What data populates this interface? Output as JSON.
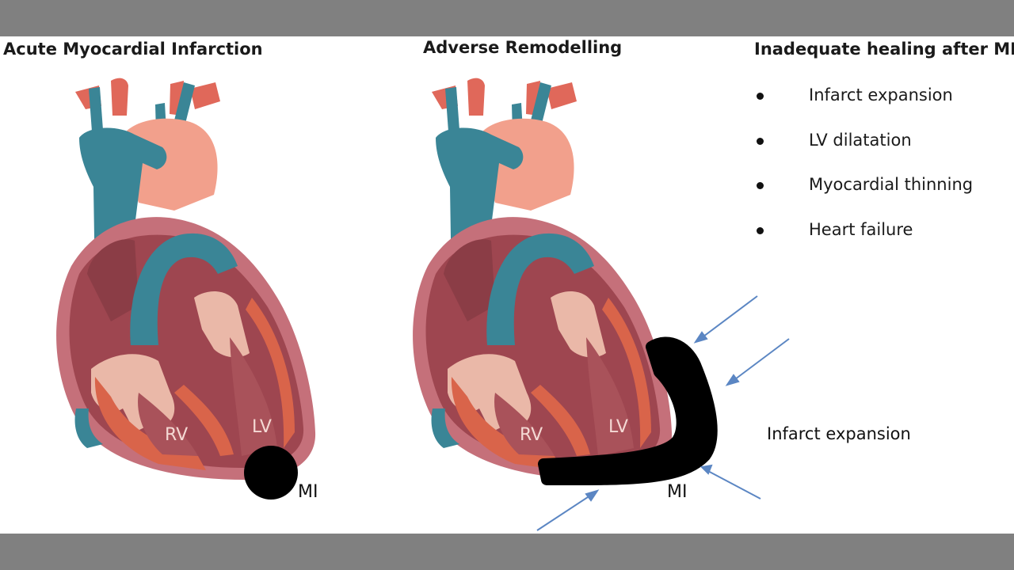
{
  "titles": {
    "left": "Acute Myocardial Infarction",
    "middle": "Adverse Remodelling",
    "right": "Inadequate healing after MI"
  },
  "bullets": [
    "Infarct expansion",
    "LV dilatation",
    "Myocardial thinning",
    "Heart failure"
  ],
  "heart_labels": {
    "rv": "RV",
    "lv": "LV",
    "mi": "MI"
  },
  "annotation": "Infarct expansion",
  "colors": {
    "vessel_blue": "#3a8596",
    "artery_red": "#e0685a",
    "myocardium": "#9e4650",
    "epicardium": "#c5707a",
    "muscle_orange": "#d9644a",
    "valve_pink": "#eab8a8",
    "infarct": "#000000",
    "arrow": "#5b86c3"
  }
}
